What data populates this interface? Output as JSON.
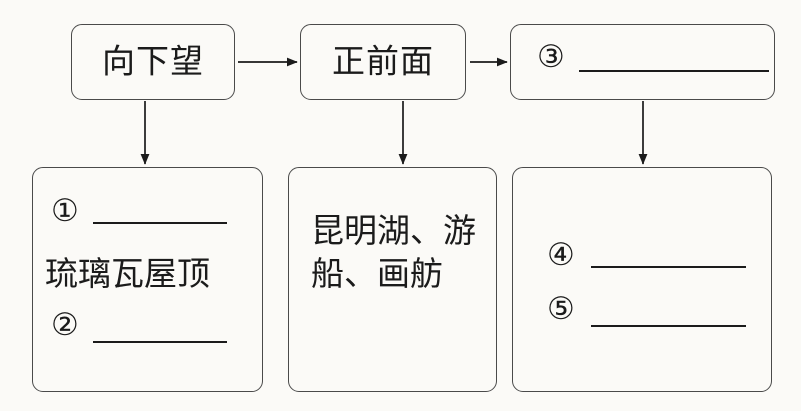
{
  "diagram": {
    "type": "flowchart",
    "background_color": "#fbfaf7",
    "line_color": "#4a4a4a",
    "text_color": "#1b1b1b",
    "nodes": {
      "look_down": {
        "label": "向下望"
      },
      "front_view": {
        "label": "正前面"
      },
      "blank3": {
        "number": "③",
        "answer": ""
      },
      "roof_detail": {
        "number1": "①",
        "answer1": "",
        "middle_text": "琉璃瓦屋顶",
        "number2": "②",
        "answer2": ""
      },
      "kunming_lake": {
        "text": "昆明湖、游船、画舫"
      },
      "blanks45": {
        "number4": "④",
        "answer4": "",
        "number5": "⑤",
        "answer5": ""
      }
    },
    "edges": [
      {
        "from": "look_down",
        "to": "front_view",
        "direction": "right"
      },
      {
        "from": "front_view",
        "to": "blank3",
        "direction": "right"
      },
      {
        "from": "look_down",
        "to": "roof_detail",
        "direction": "down"
      },
      {
        "from": "front_view",
        "to": "kunming_lake",
        "direction": "down"
      },
      {
        "from": "blank3",
        "to": "blanks45",
        "direction": "down"
      }
    ]
  }
}
